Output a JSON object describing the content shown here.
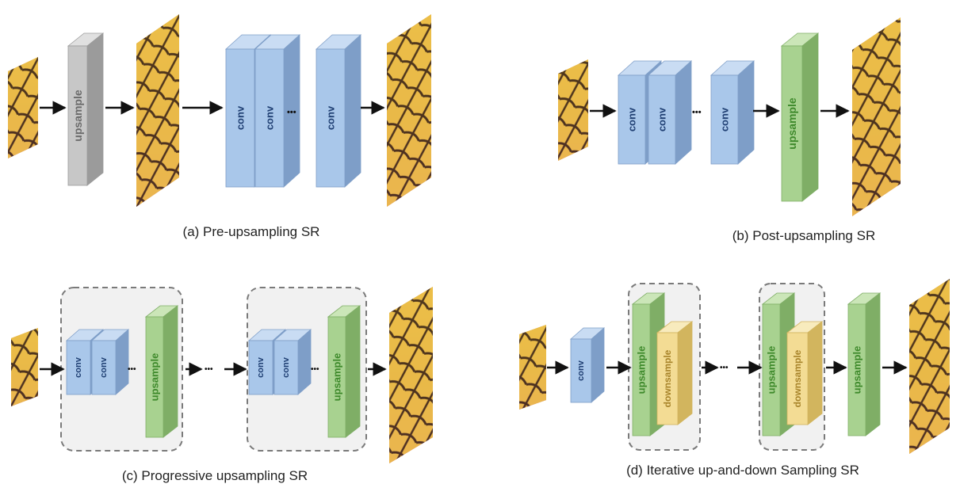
{
  "captions": {
    "a": "(a) Pre-upsampling SR",
    "b": "(b) Post-upsampling SR",
    "c": "(c) Progressive upsampling SR",
    "d": "(d) Iterative up-and-down Sampling SR"
  },
  "labels": {
    "conv": "conv",
    "upsample": "upsample",
    "downsample": "downsample",
    "dots": "•••"
  },
  "colors": {
    "conv_front": "#a9c7ea",
    "conv_side": "#7e9ec8",
    "conv_top": "#c9dcf3",
    "conv_text": "#1f3f73",
    "up_front": "#a8d290",
    "up_side": "#7fae66",
    "up_top": "#cbe6b8",
    "up_text": "#3f8a2c",
    "gray_front": "#c7c7c7",
    "gray_side": "#9b9b9b",
    "gray_top": "#e0e0e0",
    "gray_text": "#6b6b6b",
    "down_front": "#f3dc94",
    "down_side": "#d2b55e",
    "down_top": "#f8ebbd",
    "down_text": "#a8842a",
    "arrow": "#111111",
    "group_fill": "#f1f1f1",
    "group_stroke": "#7a7a7a"
  }
}
